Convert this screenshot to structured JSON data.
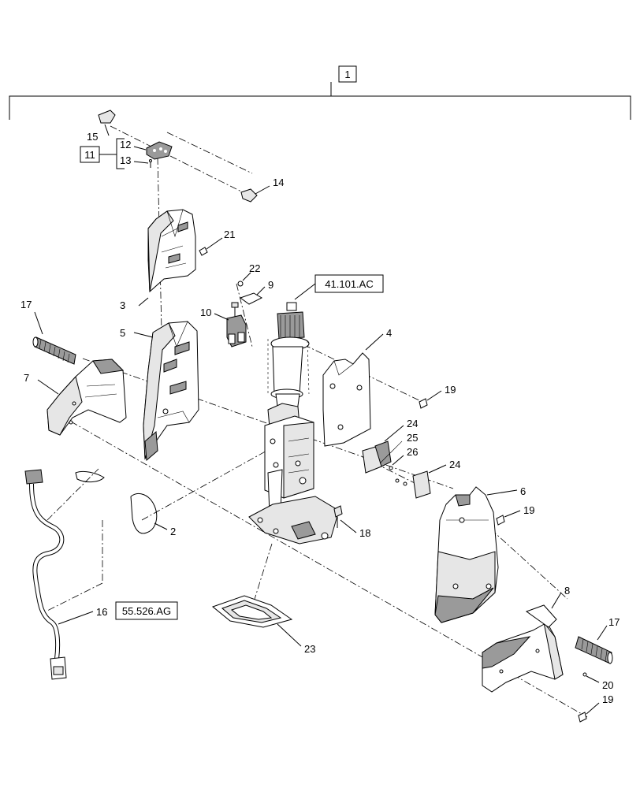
{
  "labels": {
    "assembly": "1",
    "p2": "2",
    "p3": "3",
    "p4": "4",
    "p5": "5",
    "p6": "6",
    "p7": "7",
    "p8": "8",
    "p9": "9",
    "p10": "10",
    "p11": "11",
    "p12": "12",
    "p13": "13",
    "p14": "14",
    "p15": "15",
    "p16": "16",
    "p17_left": "17",
    "p17_right": "17",
    "p18": "18",
    "p19_a": "19",
    "p19_b": "19",
    "p19_c": "19",
    "p20": "20",
    "p21": "21",
    "p22": "22",
    "p23": "23",
    "p24_a": "24",
    "p24_b": "24",
    "p25": "25",
    "p26": "26"
  },
  "references": {
    "ref_top": "41.101.AC",
    "ref_bottom": "55.526.AG"
  }
}
